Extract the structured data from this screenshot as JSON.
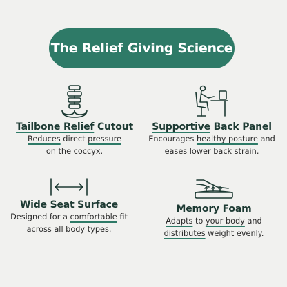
{
  "title": "The Relief Giving Science",
  "colors": {
    "accent": "#2e7a67",
    "background": "#f1f1ef",
    "heading": "#1d3a33"
  },
  "features": [
    {
      "icon": "spine-seat-icon",
      "heading_a": "Tailbone Relief",
      "heading_b": " Cutout",
      "line1_a": "Reduces",
      "line1_b": " direct ",
      "line1_c": "pressure",
      "line2": "on the coccyx."
    },
    {
      "icon": "desk-posture-icon",
      "heading_a": "Supportive",
      "heading_b": " Back Panel",
      "line1_a": "Encourages ",
      "line1_b": "healthy posture",
      "line1_c": " and",
      "line2": "eases lower back strain."
    },
    {
      "icon": "width-arrows-icon",
      "heading": "Wide Seat Surface",
      "line1_a": "Designed for a ",
      "line1_b": "comfortable",
      "line1_c": " fit",
      "line2": "across all body types."
    },
    {
      "icon": "foam-pressure-icon",
      "heading": "Memory Foam",
      "line1_a": "Adapts",
      "line1_b": " to ",
      "line1_c": "your body",
      "line1_d": " and",
      "line2_a": "distributes",
      "line2_b": " weight evenly."
    }
  ]
}
